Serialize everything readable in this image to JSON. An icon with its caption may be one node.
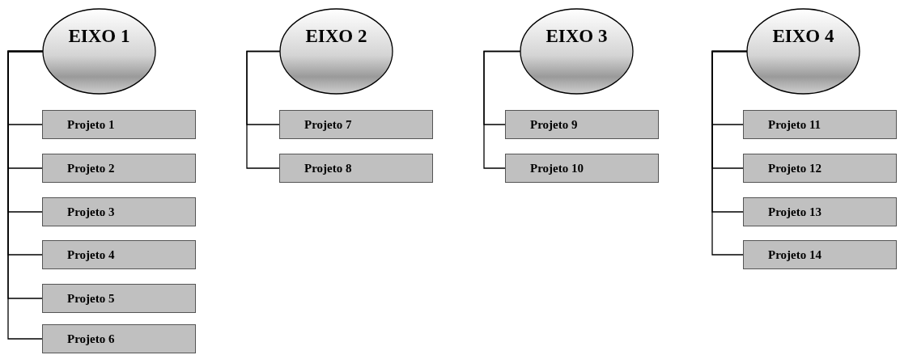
{
  "diagram": {
    "nodes": [
      {
        "text": [
          "EIXO 1"
        ]
      },
      {
        "text": [
          "Projeto 1"
        ]
      },
      {
        "text": [
          "Projeto 2"
        ]
      },
      {
        "text": [
          "Projeto 3"
        ]
      },
      {
        "text": [
          "Projeto 4"
        ]
      },
      {
        "text": [
          "Projeto 5"
        ]
      },
      {
        "text": [
          "Projeto 6"
        ]
      },
      {
        "text": [
          "EIXO 2"
        ]
      },
      {
        "text": [
          "Projeto 7"
        ]
      },
      {
        "text": [
          "Projeto 8"
        ]
      },
      {
        "text": [
          "EIXO 3"
        ]
      },
      {
        "text": [
          "Projeto 9"
        ]
      },
      {
        "text": [
          "Projeto 10"
        ]
      },
      {
        "text": [
          "EIXO 4"
        ]
      },
      {
        "text": [
          "Projeto 11"
        ]
      },
      {
        "text": [
          "Projeto 12"
        ]
      },
      {
        "text": [
          "Projeto 13"
        ]
      },
      {
        "text": [
          "Projeto 14"
        ]
      }
    ],
    "edges": [
      {
        "from": 0,
        "to": 1,
        "arrow": "none"
      },
      {
        "from": 0,
        "to": 2,
        "arrow": "none"
      },
      {
        "from": 0,
        "to": 3,
        "arrow": "none"
      },
      {
        "from": 0,
        "to": 4,
        "arrow": "none"
      },
      {
        "from": 0,
        "to": 5,
        "arrow": "none"
      },
      {
        "from": 0,
        "to": 6,
        "arrow": "none"
      },
      {
        "from": 7,
        "to": 8,
        "arrow": "none"
      },
      {
        "from": 7,
        "to": 9,
        "arrow": "none"
      },
      {
        "from": 10,
        "to": 11,
        "arrow": "none"
      },
      {
        "from": 10,
        "to": 12,
        "arrow": "none"
      },
      {
        "from": 13,
        "to": 14,
        "arrow": "none"
      },
      {
        "from": 13,
        "to": 15,
        "arrow": "none"
      },
      {
        "from": 13,
        "to": 16,
        "arrow": "none"
      },
      {
        "from": 13,
        "to": 17,
        "arrow": "none"
      }
    ]
  }
}
